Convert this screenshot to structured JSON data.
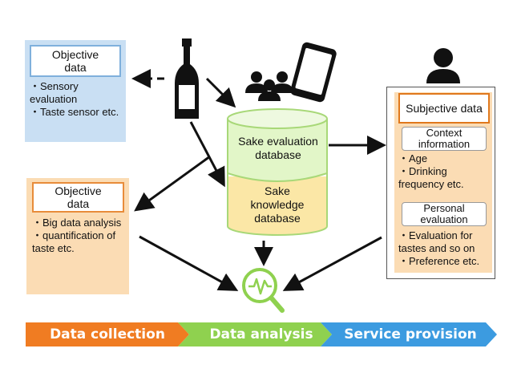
{
  "objective_sensor": {
    "title": "Objective data",
    "items": [
      "・Sensory",
      "evaluation",
      "・Taste sensor  etc."
    ]
  },
  "objective_bigdata": {
    "title": "Objective data",
    "items": [
      "・Big data analysis",
      "・quantification of",
      "taste etc."
    ]
  },
  "database": {
    "top_label": "Sake evaluation database",
    "bottom_label": "Sake knowledge database"
  },
  "subjective": {
    "title": "Subjective data",
    "context": {
      "title": "Context information",
      "items": [
        "・Age",
        "・Drinking",
        "frequency  etc."
      ]
    },
    "personal": {
      "title": "Personal evaluation",
      "items": [
        "・Evaluation for",
        "tastes and so on",
        "・Preference  etc."
      ]
    }
  },
  "stages": [
    "Data collection",
    "Data analysis",
    "Service provision"
  ],
  "icons": [
    "sake-bottle-icon",
    "people-icon",
    "smartphone-icon",
    "person-icon",
    "analysis-magnifier-icon"
  ],
  "colors": {
    "stage1": "#f07c22",
    "stage2": "#8fd14f",
    "stage3": "#3c9be0",
    "db_top": "#e2f6c8",
    "db_bottom": "#fbe7a6",
    "db_rim": "#a8d878"
  }
}
